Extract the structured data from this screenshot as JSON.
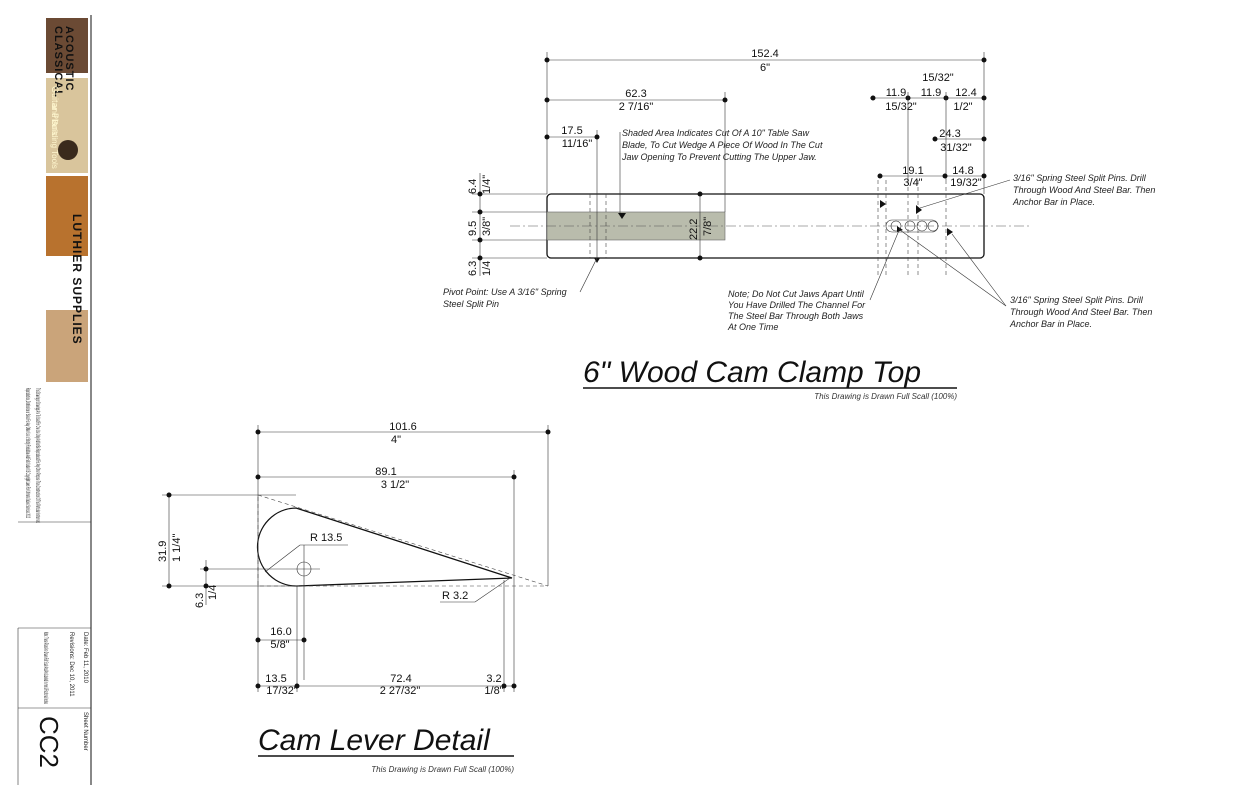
{
  "title_block": {
    "brand_lines": [
      "ACOUSTIC",
      "CLASSICAL",
      "Guitar Plans",
      "and Building Tools"
    ],
    "brand_main": "LUTHIER SUPPLIES",
    "legal_1": "This Drawing or Drawings Are To Used For One Use Only And Not Be Reproduced For Any Other Purpose Than Construction Of This Particular Instrument.",
    "legal_2": "Reproduction, Distribution or Sales For Any Other Use is Strictly Forbidden And Falls Under US Copyright Laws For Ultimate OnLine Services 2012",
    "date": "Date: Feb 11, 2010",
    "revisions": "Revisions: Dec 10, 2011",
    "note": "Note: These Plans Are Drawn Full Scale And Are Labeled in mm & Fractional Inches",
    "sheet_label": "Sheet Number",
    "sheet_number": "CC2"
  },
  "clamp_top": {
    "title": "6\" Wood Cam Clamp Top",
    "subtitle": "This Drawing is Drawn Full Scall (100%)",
    "dims": {
      "overall_mm": "152.4",
      "overall_in": "6\"",
      "cut_mm": "62.3",
      "cut_in": "2 7/16\"",
      "pivot_mm": "17.5",
      "pivot_in": "11/16\"",
      "r15_32": "15/32\"",
      "a_mm": "11.9",
      "a_in": "15/32\"",
      "b_mm": "11.9",
      "c_mm": "12.4",
      "c_in": "1/2\"",
      "d_mm": "24.3",
      "d_in": "31/32\"",
      "e_mm": "19.1",
      "e_in": "3/4\"",
      "f_mm": "14.8",
      "f_in": "19/32\"",
      "h1_mm": "6.4",
      "h1_in": "1/4\"",
      "h2_mm": "9.5",
      "h2_in": "3/8\"",
      "h3_mm": "6.3",
      "h3_in": "1/4",
      "depth_mm": "22.2",
      "depth_in": "7/8\""
    },
    "notes": {
      "shaded": [
        "Shaded Area Indicates Cut Of A 10\" Table Saw",
        "Blade, To Cut Wedge A Piece Of Wood In The Cut",
        "Jaw Opening To Prevent Cutting The Upper Jaw."
      ],
      "pins_top": [
        "3/16\" Spring Steel Split Pins. Drill",
        "Through Wood And Steel Bar. Then",
        "Anchor Bar in Place."
      ],
      "pivot": [
        "Pivot Point: Use A 3/16\" Spring",
        "Steel Split Pin"
      ],
      "cut_jaws": [
        "Note; Do Not Cut Jaws Apart Until",
        "You Have Drilled The Channel For",
        "The Steel Bar Through Both Jaws",
        "At One Time"
      ],
      "pins_bottom": [
        "3/16\" Spring Steel Split Pins. Drill",
        "Through Wood And Steel Bar. Then",
        "Anchor Bar in Place."
      ]
    }
  },
  "cam_lever": {
    "title": "Cam Lever Detail",
    "subtitle": "This Drawing is Drawn Full Scall (100%)",
    "dims": {
      "overall_mm": "101.6",
      "overall_in": "4\"",
      "len_mm": "89.1",
      "len_in": "3 1/2\"",
      "height_mm": "31.9",
      "height_in": "1 1/4\"",
      "r1": "R 13.5",
      "r2": "R 3.2",
      "off_mm": "6.3",
      "off_in": "1/4",
      "hole_mm": "16.0",
      "hole_in": "5/8\"",
      "b1_mm": "13.5",
      "b1_in": "17/32\"",
      "b2_mm": "72.4",
      "b2_in": "2 27/32\"",
      "b3_mm": "3.2",
      "b3_in": "1/8\""
    }
  }
}
